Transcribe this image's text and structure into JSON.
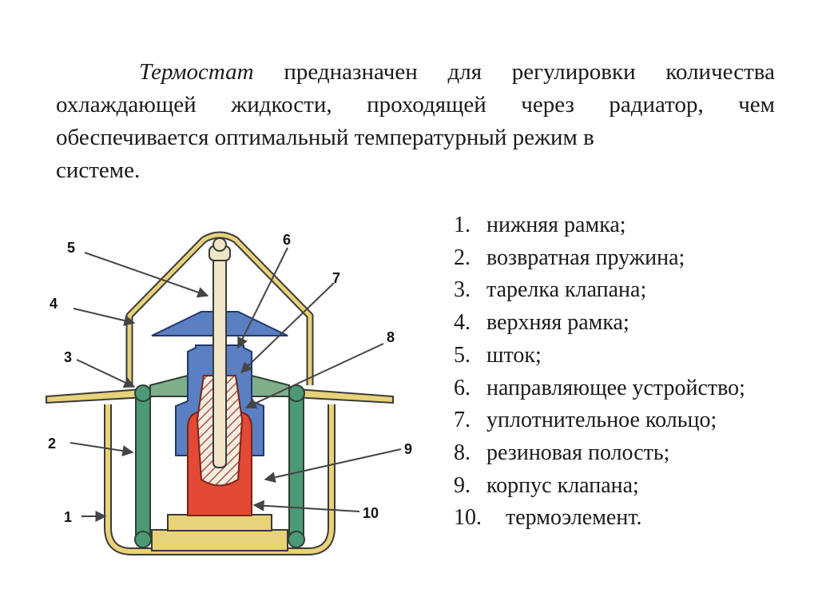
{
  "intro": {
    "term": "Термостат",
    "rest": " предназначен для регулировки количества охлаждающей жидкости, проходящей через радиатор, чем обеспечивается оптимальный температурный режим в",
    "last": "системе."
  },
  "parts": [
    {
      "num": "1.",
      "label": "нижняя рамка;"
    },
    {
      "num": "2.",
      "label": "возвратная пружина;"
    },
    {
      "num": "3.",
      "label": "тарелка клапана;"
    },
    {
      "num": "4.",
      "label": "верхняя рамка;"
    },
    {
      "num": "5.",
      "label": "шток;"
    },
    {
      "num": "6.",
      "label": "направляющее устройство;"
    },
    {
      "num": "7.",
      "label": "уплотнительное кольцо;"
    },
    {
      "num": "8.",
      "label": "резиновая полость;"
    },
    {
      "num": "9.",
      "label": "корпус клапана;"
    },
    {
      "num": "10.",
      "label": "термоэлемент."
    }
  ],
  "callouts": [
    "1",
    "2",
    "3",
    "4",
    "5",
    "6",
    "7",
    "8",
    "9",
    "10"
  ],
  "colors": {
    "frame_yellow": "#e8d27a",
    "frame_outline": "#3a3a3a",
    "spring_green": "#4c9a74",
    "valve_body_blue": "#5a7fc2",
    "rubber_cavity_green": "#7fae8a",
    "thermo_element_red": "#e24a35",
    "stem_beige": "#efe6c7"
  }
}
